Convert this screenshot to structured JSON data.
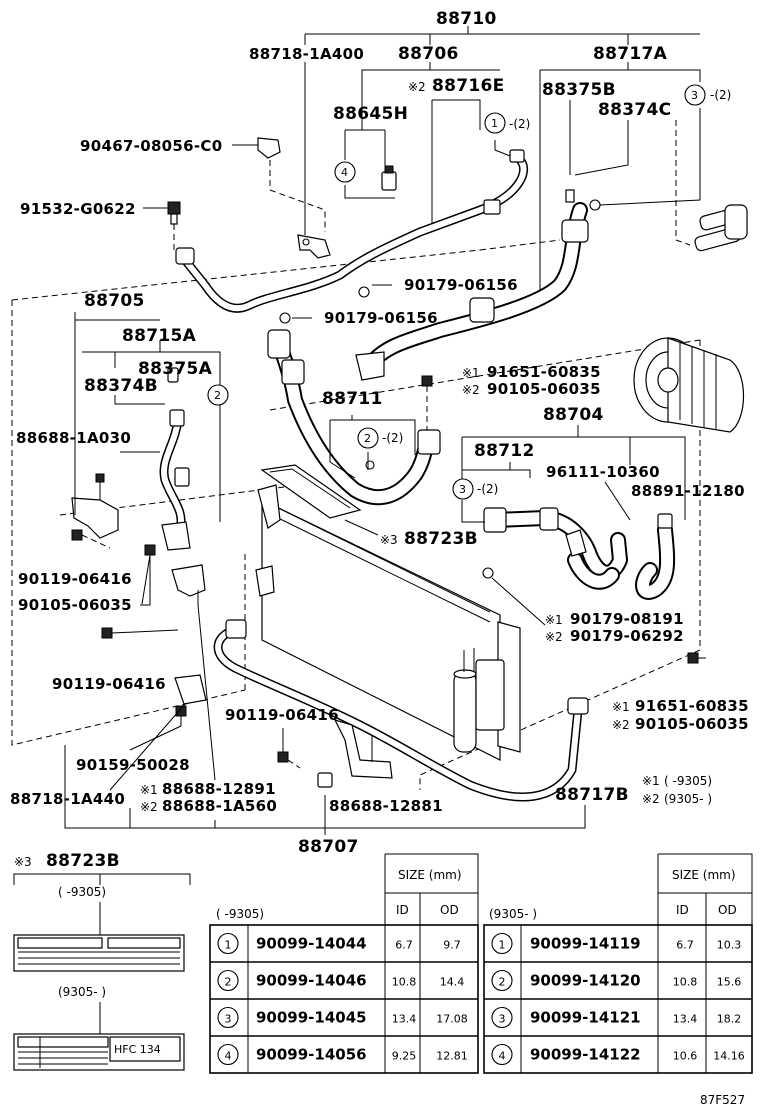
{
  "callouts": {
    "p88710": "88710",
    "p88718_1A400": "88718-1A400",
    "p88706": "88706",
    "p88717A": "88717A",
    "p88716E": "88716E",
    "p88716E_mark": "※2",
    "p88645H": "88645H",
    "p88375B": "88375B",
    "p88374C": "88374C",
    "p90467": "90467-08056-C0",
    "p91532": "91532-G0622",
    "p90179_06156_a": "90179-06156",
    "p90179_06156_b": "90179-06156",
    "p88705": "88705",
    "p88715A": "88715A",
    "p88375A": "88375A",
    "p88374B": "88374B",
    "p91651_a": "91651-60835",
    "p91651_a_mark": "※1",
    "p90105_a": "90105-06035",
    "p90105_a_mark": "※2",
    "p88711": "88711",
    "p88704": "88704",
    "p88688_1A030": "88688-1A030",
    "p88712": "88712",
    "p96111": "96111-10360",
    "p88891": "88891-12180",
    "p88723B": "88723B",
    "p88723B_mark": "※3",
    "p90119_06416_a": "90119-06416",
    "p90105_b": "90105-06035",
    "p90179_08191": "90179-08191",
    "p90179_08191_mark": "※1",
    "p90179_06292": "90179-06292",
    "p90179_06292_mark": "※2",
    "p90119_06416_b": "90119-06416",
    "p91651_b": "91651-60835",
    "p91651_b_mark": "※1",
    "p90105_c": "90105-06035",
    "p90105_c_mark": "※2",
    "p90119_06416_c": "90119-06416",
    "p90159": "90159-50028",
    "p88718_1A440": "88718-1A440",
    "p88688_12891": "88688-12891",
    "p88688_12891_mark": "※1",
    "p88688_1A560": "88688-1A560",
    "p88688_1A560_mark": "※2",
    "p88688_12881": "88688-12881",
    "p88717B": "88717B",
    "p88707": "88707",
    "qty2": "-(2)"
  },
  "circle_refs": {
    "one": "1",
    "two": "2",
    "three": "3",
    "four": "4"
  },
  "legend": {
    "l1_mark": "※1",
    "l1_text": "(      -9305)",
    "l2_mark": "※2",
    "l2_text": "(9305-       )"
  },
  "label_box": {
    "mark": "※3",
    "part": "88723B",
    "period_a": "(      -9305)",
    "period_b": "(9305-      )",
    "tag_text": "HFC 134"
  },
  "table_left": {
    "period": "(      -9305)",
    "size_header": "SIZE (mm)",
    "col_id": "ID",
    "col_od": "OD",
    "rows": [
      {
        "ref": "1",
        "part": "90099-14044",
        "id": "6.7",
        "od": "9.7"
      },
      {
        "ref": "2",
        "part": "90099-14046",
        "id": "10.8",
        "od": "14.4"
      },
      {
        "ref": "3",
        "part": "90099-14045",
        "id": "13.4",
        "od": "17.08"
      },
      {
        "ref": "4",
        "part": "90099-14056",
        "id": "9.25",
        "od": "12.81"
      }
    ]
  },
  "table_right": {
    "period": "(9305-       )",
    "size_header": "SIZE (mm)",
    "col_id": "ID",
    "col_od": "OD",
    "rows": [
      {
        "ref": "1",
        "part": "90099-14119",
        "id": "6.7",
        "od": "10.3"
      },
      {
        "ref": "2",
        "part": "90099-14120",
        "id": "10.8",
        "od": "15.6"
      },
      {
        "ref": "3",
        "part": "90099-14121",
        "id": "13.4",
        "od": "18.2"
      },
      {
        "ref": "4",
        "part": "90099-14122",
        "id": "10.6",
        "od": "14.16"
      }
    ]
  },
  "figure_code": "87F527"
}
